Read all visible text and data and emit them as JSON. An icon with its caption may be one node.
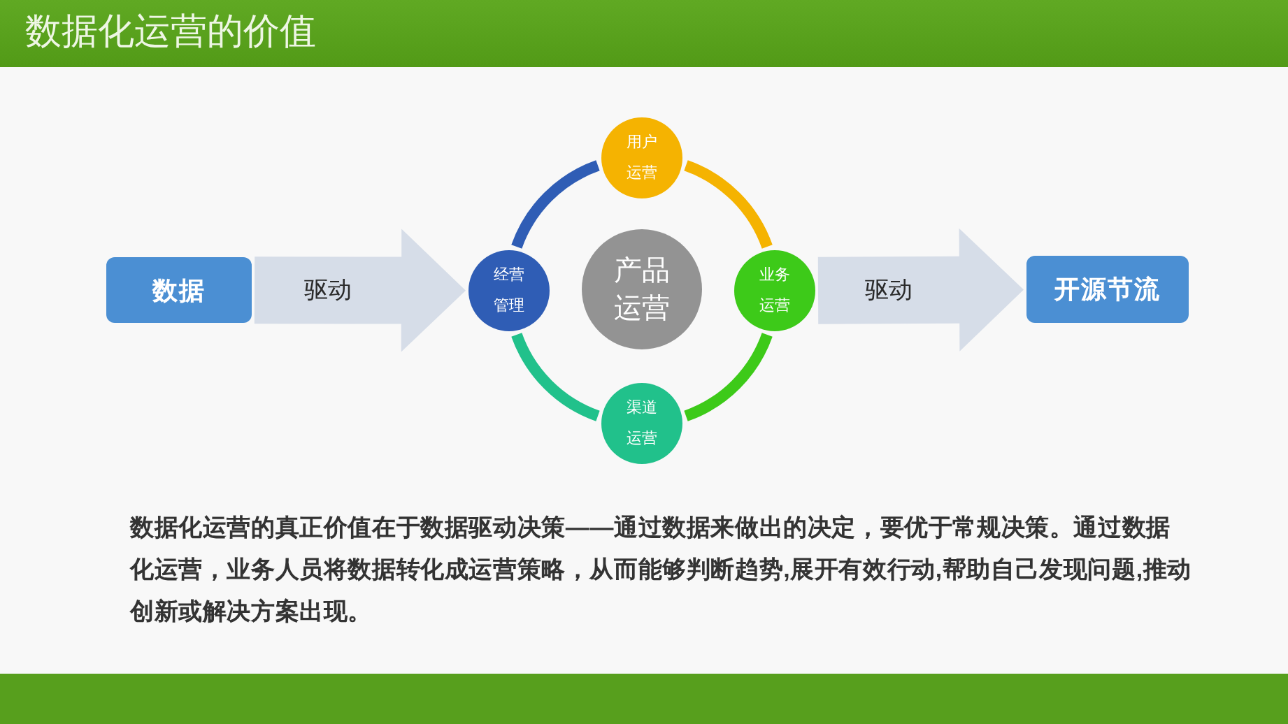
{
  "diagram": {
    "title": "数据化运营的价值",
    "nodes": [
      {
        "text": [
          "数据"
        ]
      },
      {
        "text": [
          "用户运营"
        ]
      },
      {
        "text": [
          "经营管理"
        ]
      },
      {
        "text": [
          "产品运营"
        ]
      },
      {
        "text": [
          "业务运营"
        ]
      },
      {
        "text": [
          "渠道运营"
        ]
      },
      {
        "text": [
          "开源节流"
        ]
      }
    ],
    "edges": [
      {
        "from": 0,
        "to": 2,
        "arrow": "to",
        "label": "驱动",
        "style": "thick",
        "color": "#d6dde8"
      },
      {
        "from": 4,
        "to": 6,
        "arrow": "to",
        "label": "驱动",
        "style": "thick",
        "color": "#d6dde8"
      },
      {
        "from": 1,
        "to": 4,
        "arrow": "none",
        "color": "#f5b301"
      },
      {
        "from": 4,
        "to": 5,
        "arrow": "none",
        "color": "#3dca19"
      },
      {
        "from": 5,
        "to": 2,
        "arrow": "none",
        "color": "#21c18b"
      },
      {
        "from": 2,
        "to": 1,
        "arrow": "none",
        "color": "#2f5db5"
      }
    ],
    "labels": [
      "数据化运营的真正价值在于数据驱动决策——通过数据来做出的决定，要优于常规决策。通过数据化运营，业务人员将数据转化成运营策略，从而能够判断趋势,展开有效行动,帮助自己发现问题,推动创新或解决方案出现。"
    ]
  }
}
